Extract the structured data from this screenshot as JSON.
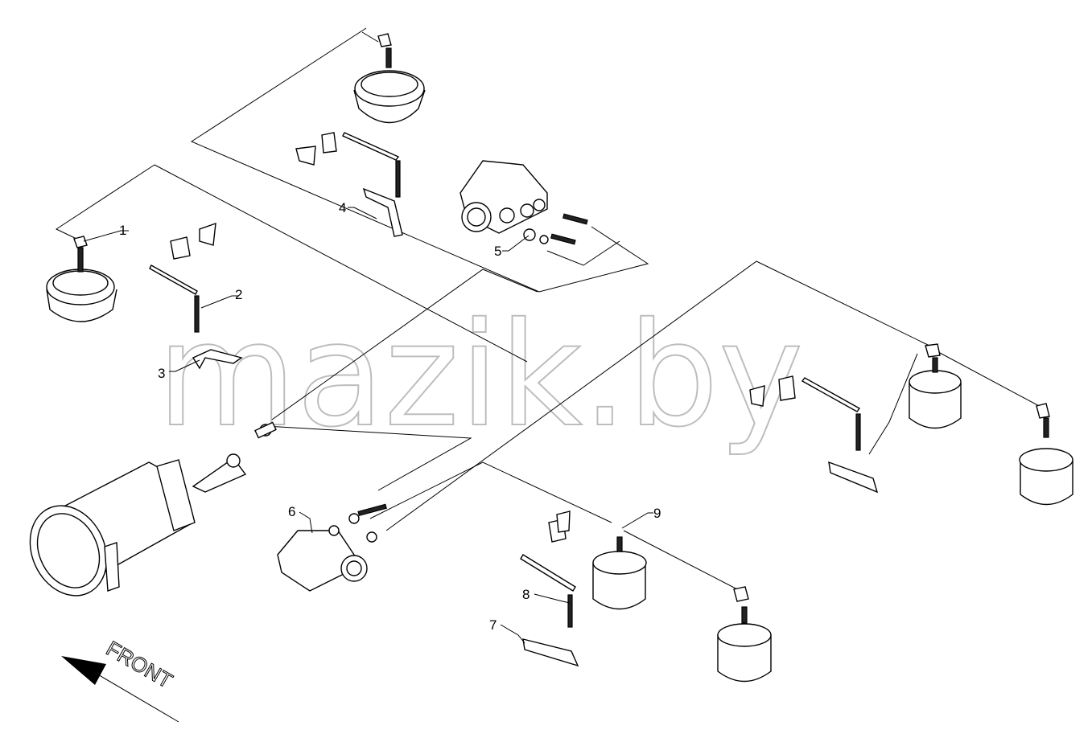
{
  "watermark": "mazik.by",
  "direction_label": "FRONT",
  "callouts": [
    {
      "num": "1"
    },
    {
      "num": "2"
    },
    {
      "num": "3"
    },
    {
      "num": "4"
    },
    {
      "num": "5"
    },
    {
      "num": "6"
    },
    {
      "num": "7"
    },
    {
      "num": "8"
    },
    {
      "num": "9"
    }
  ]
}
